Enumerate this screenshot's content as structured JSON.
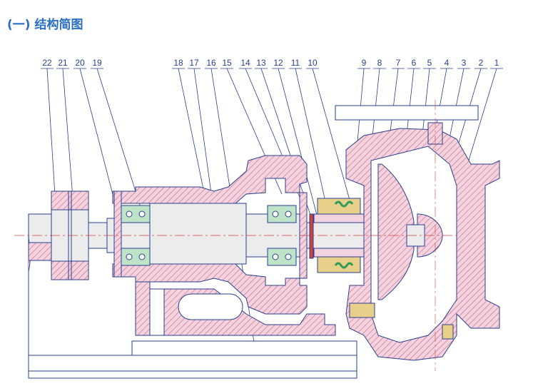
{
  "title": "(一) 结构简图",
  "part_numbers": [
    "22",
    "21",
    "20",
    "19",
    "18",
    "17",
    "16",
    "15",
    "14",
    "13",
    "12",
    "11",
    "10",
    "9",
    "8",
    "7",
    "6",
    "5",
    "4",
    "3",
    "2",
    "1"
  ],
  "colors": {
    "title": "#2a6fc2",
    "leader": "#2a3f8f",
    "casing_fill": "#f2d3de",
    "casing_hatch": "#d0608a",
    "outline": "#2a3f8f",
    "seal_gold": "#e8d08a",
    "spring_green": "#2f9a5a",
    "centerline": "#d04040",
    "shaft_fill": "#ececec",
    "bearing_green": "#bfe3c8"
  }
}
